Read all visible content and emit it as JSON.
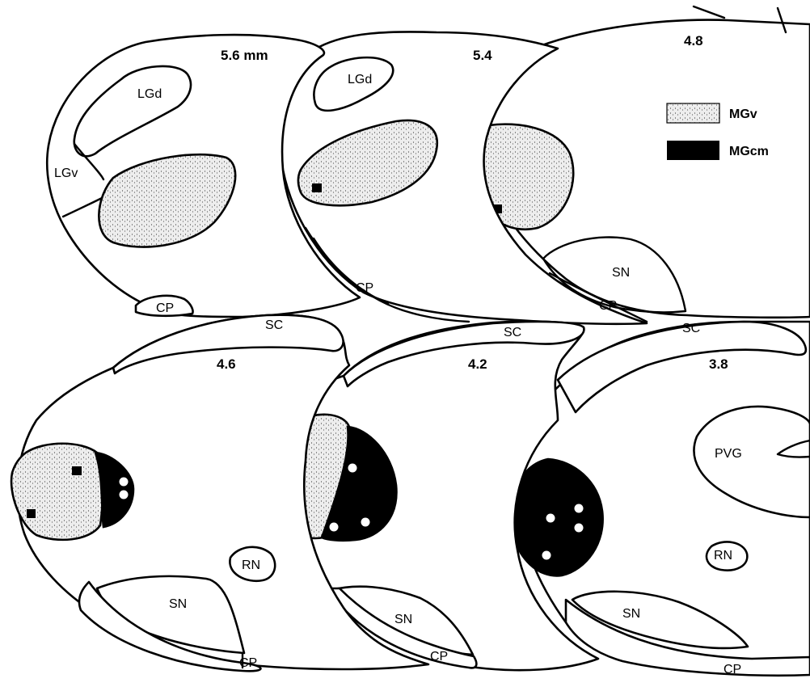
{
  "sections": {
    "s1": {
      "level": "5.6 mm",
      "lgd": "LGd",
      "lgv": "LGv",
      "cp": "CP"
    },
    "s2": {
      "level": "5.4",
      "lgd": "LGd",
      "cp": "CP"
    },
    "s3": {
      "level": "4.8",
      "sn": "SN",
      "cp": "CP"
    },
    "s4": {
      "level": "4.6",
      "sc": "SC",
      "rn": "RN",
      "sn": "SN",
      "cp": "CP"
    },
    "s5": {
      "level": "4.2",
      "sc": "SC",
      "sn": "SN",
      "cp": "CP"
    },
    "s6": {
      "level": "3.8",
      "sc": "SC",
      "pvg": "PVG",
      "rn": "RN",
      "sn": "SN",
      "cp": "CP"
    }
  },
  "legend": {
    "mgv_label": "MGv",
    "mgcm_label": "MGcm"
  },
  "colors": {
    "outline": "#000000",
    "background": "#ffffff",
    "mgv_fill": "#e6e6e6",
    "mgv_stipple": "#7d7d7d",
    "mgcm_fill": "#000000",
    "injection_marker_on_mgv": "#000000",
    "injection_marker_on_mgcm": "#ffffff"
  }
}
